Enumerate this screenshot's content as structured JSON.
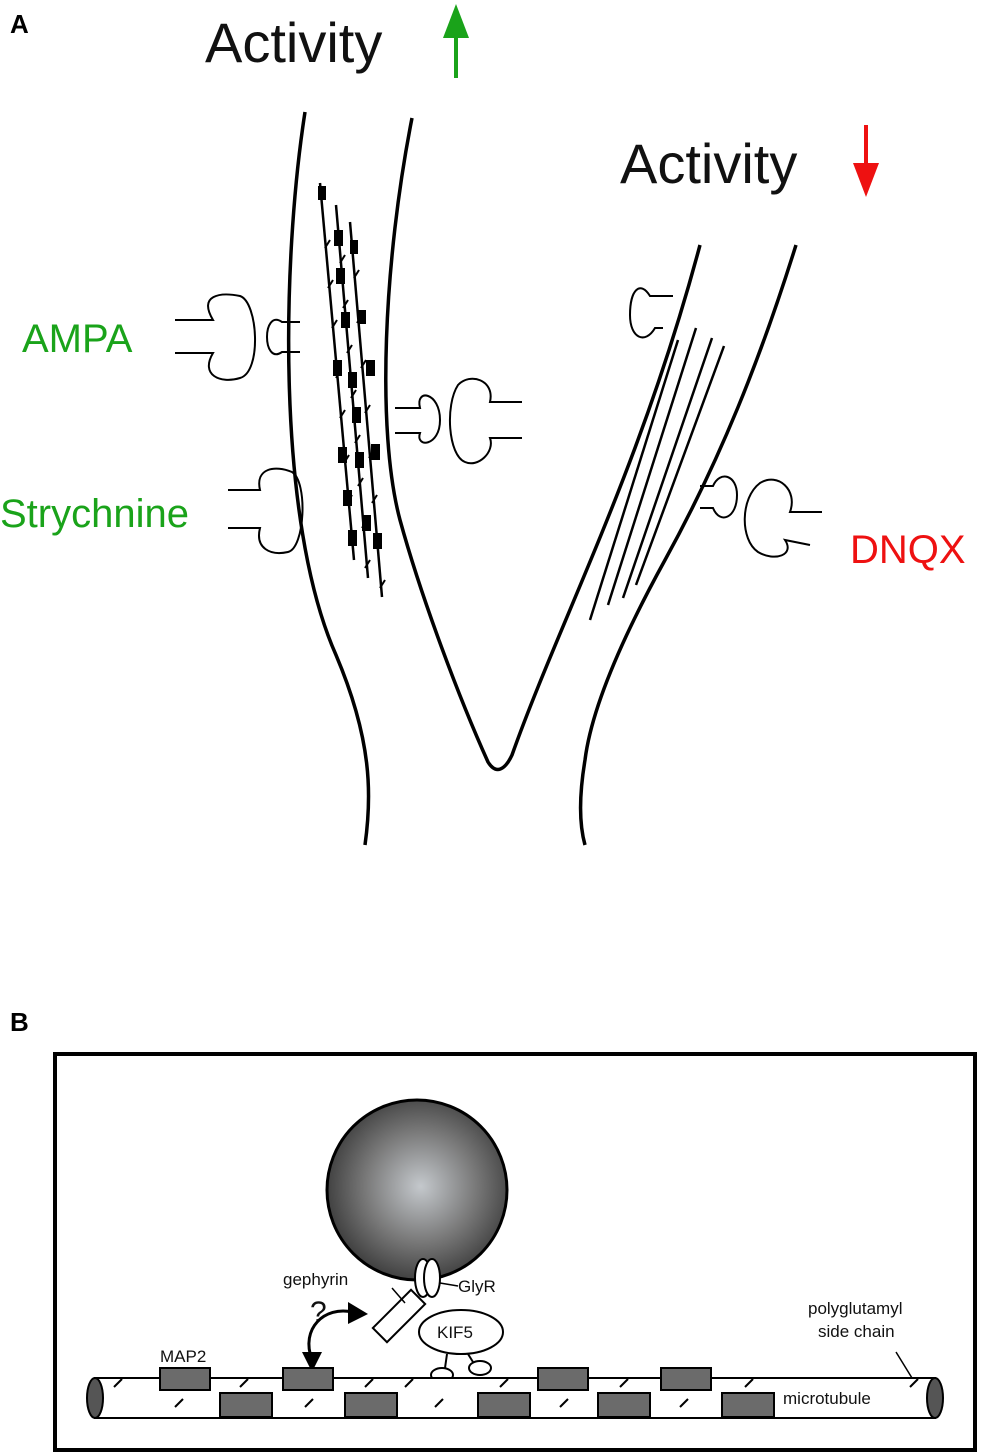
{
  "panel_a": {
    "panel_label": "A",
    "activity_up_label": "Activity",
    "activity_down_label": "Activity",
    "drug_ampa": "AMPA",
    "drug_strychnine": "Strychnine",
    "drug_dnqx": "DNQX"
  },
  "panel_b": {
    "panel_label": "B",
    "gephyrin_label": "gephyrin",
    "glyr_label": "GlyR",
    "kif5_label": "KIF5",
    "question_label": "?",
    "map2_label": "MAP2",
    "polyglutamyl_label_1": "polyglutamyl",
    "polyglutamyl_label_2": "side chain",
    "microtubule_label": "microtubule"
  },
  "colors": {
    "increase": "#1aa31a",
    "decrease": "#ee1111",
    "map2_block": "#6b6b6b",
    "vesicle_dark": "#3a3a3a",
    "vesicle_light": "#c4c8cc"
  }
}
